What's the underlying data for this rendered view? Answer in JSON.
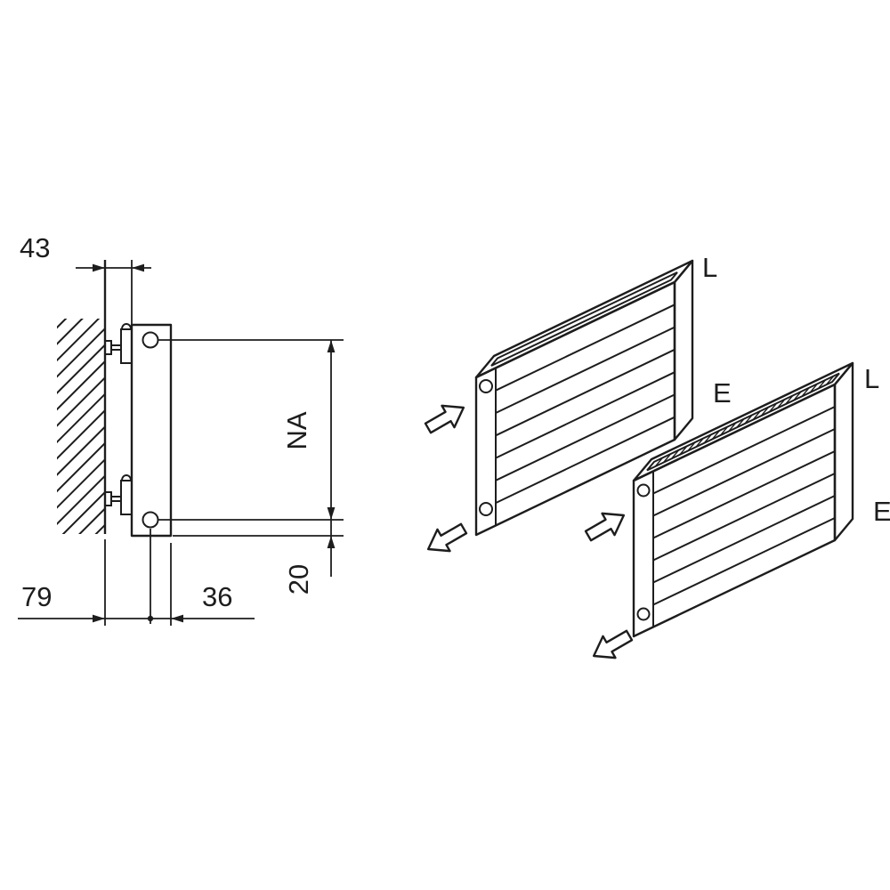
{
  "diagram": {
    "side_view": {
      "dim_wall_to_back": "43",
      "dim_hub_distance": "NA",
      "dim_wall_to_pipe": "79",
      "dim_pipe_to_front": "36",
      "dim_pipe_to_bottom": "20"
    },
    "iso": {
      "radiator1": {
        "top_label": "L",
        "side_label": "E"
      },
      "radiator2": {
        "top_label": "L",
        "side_label": "E"
      }
    }
  }
}
